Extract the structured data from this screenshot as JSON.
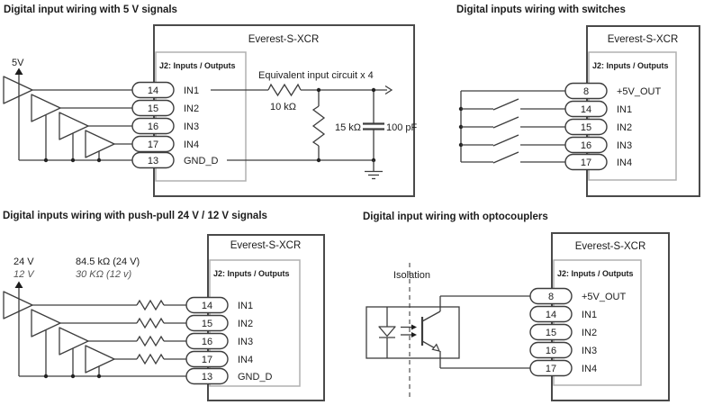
{
  "diagram": {
    "device_name": "Everest-S-XCR",
    "connector_label": "J2: Inputs / Outputs",
    "colors": {
      "ink": "#3d3d3d",
      "outer_box": "#4a4a4a",
      "inner_box": "#b0b0b0",
      "italic_note": "#555555"
    },
    "panels": [
      {
        "title": "Digital input wiring with 5 V signals",
        "supply_label": "5V",
        "pins": [
          {
            "num": "14",
            "label": "IN1"
          },
          {
            "num": "15",
            "label": "IN2"
          },
          {
            "num": "16",
            "label": "IN3"
          },
          {
            "num": "17",
            "label": "IN4"
          },
          {
            "num": "13",
            "label": "GND_D"
          }
        ],
        "equivalent_circuit": {
          "heading": "Equivalent input circuit x 4",
          "series_resistor": "10 kΩ",
          "shunt_resistor": "15 kΩ",
          "capacitor": "100 pF"
        }
      },
      {
        "title": "Digital inputs wiring with switches",
        "pins": [
          {
            "num": "8",
            "label": "+5V_OUT"
          },
          {
            "num": "14",
            "label": "IN1"
          },
          {
            "num": "15",
            "label": "IN2"
          },
          {
            "num": "16",
            "label": "IN3"
          },
          {
            "num": "17",
            "label": "IN4"
          }
        ]
      },
      {
        "title": "Digital inputs wiring with push-pull 24 V / 12 V signals",
        "supply_label_line1": "24 V",
        "supply_label_line2": "12 V",
        "resistor_label_line1": "84.5 kΩ (24 V)",
        "resistor_label_line2": "30 KΩ (12 v)",
        "pins": [
          {
            "num": "14",
            "label": "IN1"
          },
          {
            "num": "15",
            "label": "IN2"
          },
          {
            "num": "16",
            "label": "IN3"
          },
          {
            "num": "17",
            "label": "IN4"
          },
          {
            "num": "13",
            "label": "GND_D"
          }
        ]
      },
      {
        "title": "Digital input wiring with optocouplers",
        "isolation_label": "Isolation",
        "pins": [
          {
            "num": "8",
            "label": "+5V_OUT"
          },
          {
            "num": "14",
            "label": "IN1"
          },
          {
            "num": "15",
            "label": "IN2"
          },
          {
            "num": "16",
            "label": "IN3"
          },
          {
            "num": "17",
            "label": "IN4"
          }
        ]
      }
    ]
  }
}
